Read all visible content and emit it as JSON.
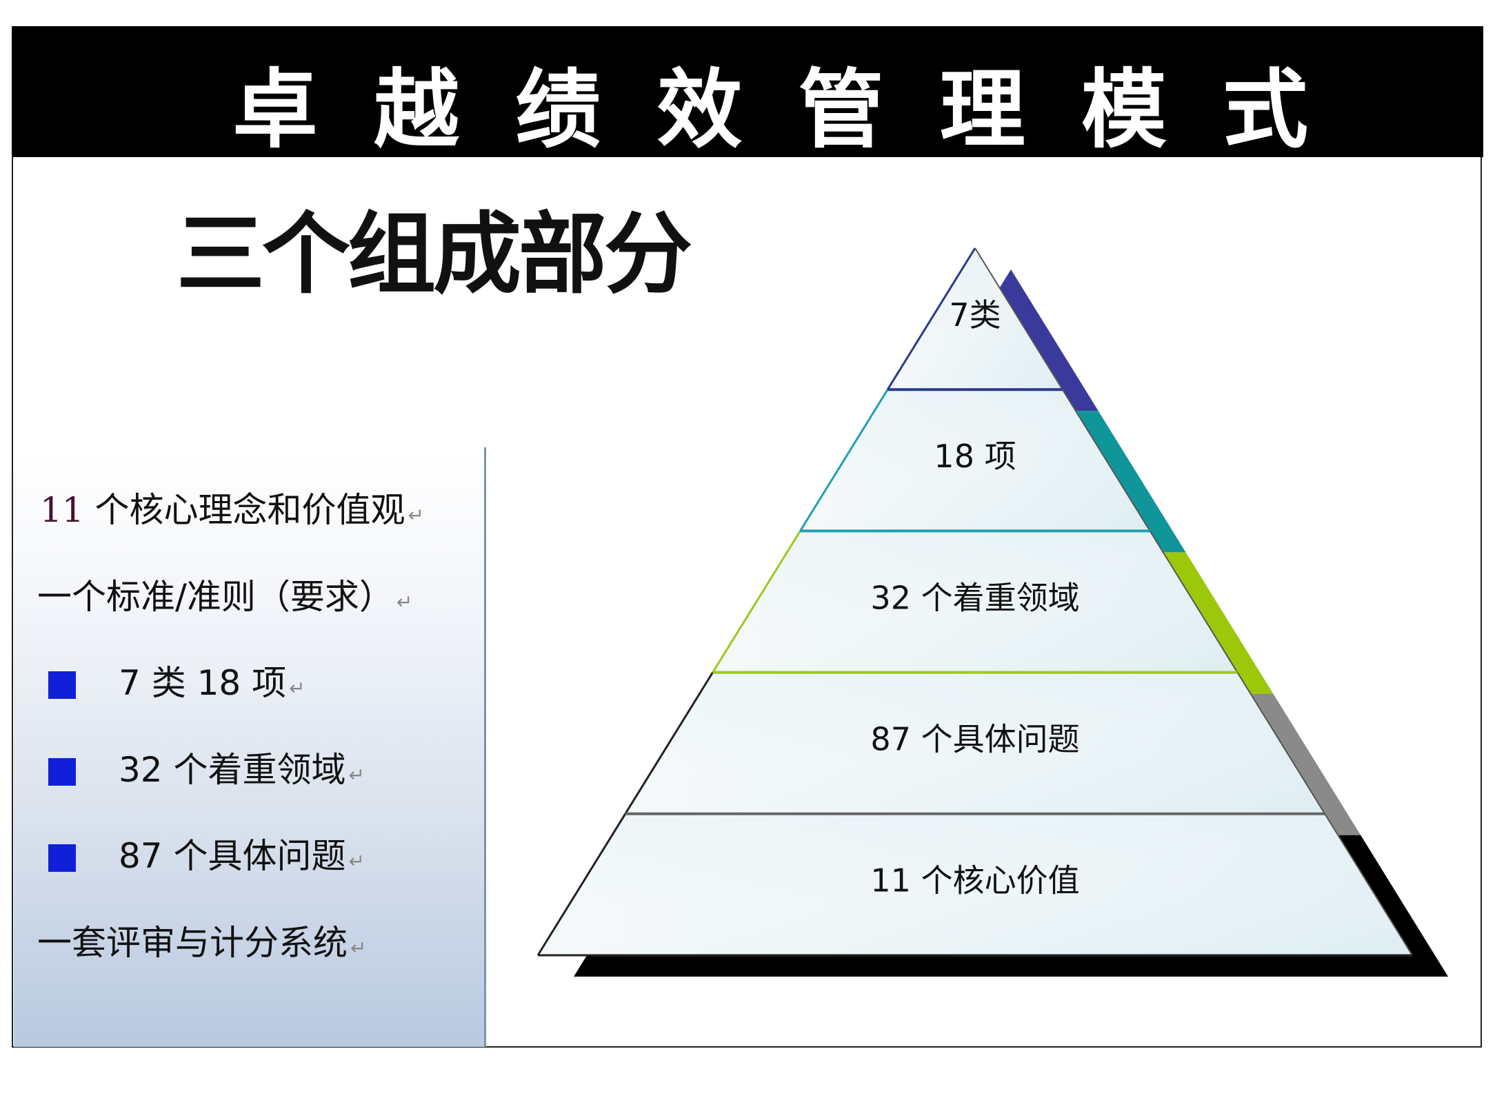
{
  "header": {
    "title_chars": [
      "卓",
      "越",
      "绩",
      "效",
      "管",
      "理",
      "模",
      "式"
    ]
  },
  "subtitle": "三个组成部分",
  "left_panel": {
    "lines": [
      {
        "num": "11",
        "text": " 个核心理念和价值观",
        "bullet": false
      },
      {
        "num": "",
        "text": "一个标准/准则（要求）",
        "bullet": false
      },
      {
        "num": "",
        "text": "7 类 18 项",
        "bullet": true
      },
      {
        "num": "",
        "text": "32 个着重领域",
        "bullet": true
      },
      {
        "num": "",
        "text": "87 个具体问题",
        "bullet": true
      },
      {
        "num": "",
        "text": "一套评审与计分系统",
        "bullet": false
      }
    ],
    "bullet_color": "#1020d8"
  },
  "pyramid": {
    "levels": [
      {
        "label": "7类",
        "edge_color": "#2a3a8a",
        "shadow_color": "#3a3a9c"
      },
      {
        "label": "18 项",
        "edge_color": "#20a0b0",
        "shadow_color": "#10969a"
      },
      {
        "label": "32 个着重领域",
        "edge_color": "#9cc820",
        "shadow_color": "#9cc80c"
      },
      {
        "label": "87 个具体问题",
        "edge_color": "#222222",
        "shadow_color": "#8a8a8a"
      },
      {
        "label": "11 个核心价值",
        "edge_color": "#222222",
        "shadow_color": "#000000"
      }
    ]
  }
}
